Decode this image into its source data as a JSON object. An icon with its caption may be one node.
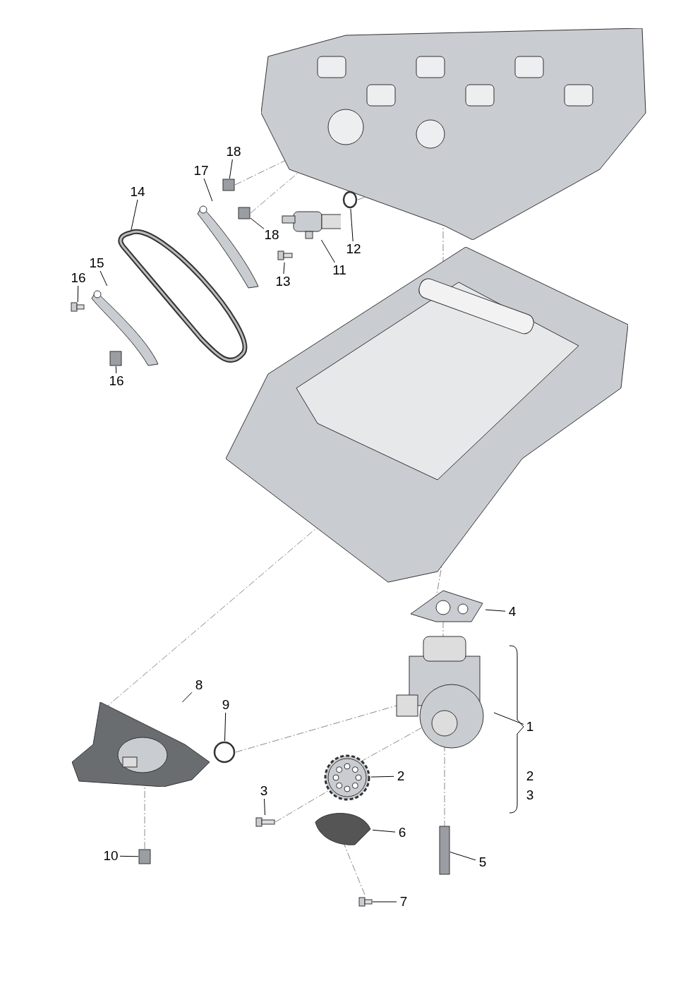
{
  "diagram": {
    "nodes": [
      {
        "text": [],
        "shape": "picture"
      },
      {
        "text": [],
        "shape": "picture"
      },
      {
        "text": [],
        "shape": "picture"
      },
      {
        "text": [],
        "shape": "picture"
      },
      {
        "text": [],
        "shape": "picture"
      },
      {
        "text": [],
        "shape": "picture"
      },
      {
        "text": [],
        "shape": "circle"
      },
      {
        "text": [],
        "shape": "picture"
      },
      {
        "text": [],
        "shape": "box"
      },
      {
        "text": [],
        "shape": "box"
      },
      {
        "text": [],
        "shape": "picture"
      },
      {
        "text": [],
        "shape": "box"
      },
      {
        "text": [],
        "shape": "picture"
      },
      {
        "text": [],
        "shape": "picture"
      },
      {
        "text": [],
        "shape": "picture"
      },
      {
        "text": [],
        "shape": "picture"
      },
      {
        "text": [],
        "shape": "picture"
      },
      {
        "text": [],
        "shape": "box"
      },
      {
        "text": [],
        "shape": "picture"
      },
      {
        "text": [],
        "shape": "picture"
      },
      {
        "text": [],
        "shape": "circle"
      },
      {
        "text": [],
        "shape": "box"
      },
      {
        "text": [
          "18"
        ]
      },
      {
        "text": [
          "18"
        ]
      },
      {
        "text": [
          "17"
        ]
      },
      {
        "text": [
          "14"
        ]
      },
      {
        "text": [
          "15"
        ]
      },
      {
        "text": [
          "16"
        ]
      },
      {
        "text": [
          "16"
        ]
      },
      {
        "text": [
          "13"
        ]
      },
      {
        "text": [
          "12"
        ]
      },
      {
        "text": [
          "11"
        ]
      },
      {
        "text": [
          "4"
        ]
      },
      {
        "text": [
          "8"
        ]
      },
      {
        "text": [
          "9"
        ]
      },
      {
        "text": [
          "1"
        ]
      },
      {
        "text": [
          "2"
        ]
      },
      {
        "text": [
          "3"
        ]
      },
      {
        "text": [
          "6"
        ]
      },
      {
        "text": [
          "5"
        ]
      },
      {
        "text": [
          "7"
        ]
      },
      {
        "text": [
          "10"
        ]
      }
    ],
    "edges": [
      {
        "from": 22,
        "to": 8,
        "arrow": "none"
      },
      {
        "from": 23,
        "to": 9,
        "arrow": "none"
      },
      {
        "from": 24,
        "to": 3,
        "arrow": "none"
      },
      {
        "from": 25,
        "to": 2,
        "arrow": "none"
      },
      {
        "from": 26,
        "to": 4,
        "arrow": "none"
      },
      {
        "from": 27,
        "to": 10,
        "arrow": "none"
      },
      {
        "from": 28,
        "to": 11,
        "arrow": "none"
      },
      {
        "from": 29,
        "to": 7,
        "arrow": "none"
      },
      {
        "from": 30,
        "to": 6,
        "arrow": "none"
      },
      {
        "from": 31,
        "to": 5,
        "arrow": "none"
      },
      {
        "from": 32,
        "to": 12,
        "arrow": "none"
      },
      {
        "from": 33,
        "to": 19,
        "arrow": "none"
      },
      {
        "from": 34,
        "to": 20,
        "arrow": "none"
      },
      {
        "from": 35,
        "to": 13,
        "arrow": "none"
      },
      {
        "from": 36,
        "to": 14,
        "arrow": "none"
      },
      {
        "from": 37,
        "to": 15,
        "arrow": "none"
      },
      {
        "from": 38,
        "to": 16,
        "arrow": "none"
      },
      {
        "from": 39,
        "to": 17,
        "arrow": "none"
      },
      {
        "from": 40,
        "to": 18,
        "arrow": "none"
      },
      {
        "from": 41,
        "to": 21,
        "arrow": "none"
      },
      {
        "from": 8,
        "to": 0,
        "arrow": "none",
        "style": "dashed",
        "color": "#8a8a8a"
      },
      {
        "from": 9,
        "to": 0,
        "arrow": "none",
        "style": "dashed",
        "color": "#8a8a8a"
      },
      {
        "from": 6,
        "to": 0,
        "arrow": "none",
        "style": "dashed",
        "color": "#8a8a8a"
      },
      {
        "from": 0,
        "to": 1,
        "arrow": "none",
        "style": "dashed",
        "color": "#8a8a8a"
      },
      {
        "from": 1,
        "to": 12,
        "arrow": "none",
        "style": "dashed",
        "color": "#8a8a8a"
      },
      {
        "from": 12,
        "to": 13,
        "arrow": "none",
        "style": "dashed",
        "color": "#8a8a8a"
      },
      {
        "from": 13,
        "to": 17,
        "arrow": "none",
        "style": "dashed",
        "color": "#8a8a8a"
      },
      {
        "from": 19,
        "to": 1,
        "arrow": "none",
        "style": "dashed",
        "color": "#8a8a8a"
      },
      {
        "from": 20,
        "to": 13,
        "arrow": "none",
        "style": "dashed",
        "color": "#8a8a8a"
      },
      {
        "from": 15,
        "to": 14,
        "arrow": "none",
        "style": "dashed",
        "color": "#8a8a8a"
      },
      {
        "from": 14,
        "to": 13,
        "arrow": "none",
        "style": "dashed",
        "color": "#8a8a8a"
      },
      {
        "from": 21,
        "to": 19,
        "arrow": "none",
        "style": "dashed",
        "color": "#8a8a8a"
      },
      {
        "from": 18,
        "to": 16,
        "arrow": "none",
        "style": "dashed",
        "color": "#8a8a8a"
      }
    ],
    "labels": [
      "2",
      "3"
    ]
  }
}
